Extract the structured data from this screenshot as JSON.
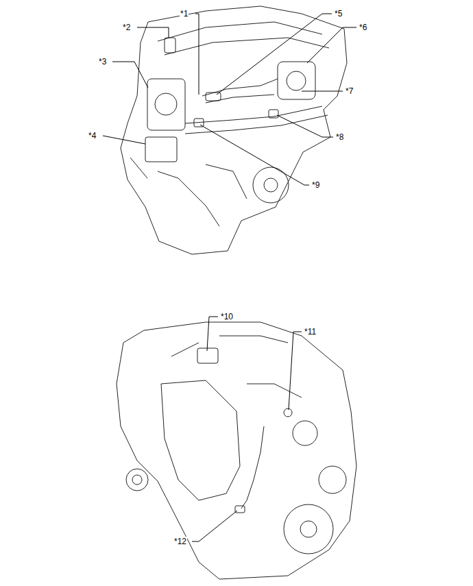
{
  "diagram": {
    "labels": [
      "*1",
      "*2",
      "*3",
      "*4",
      "*5",
      "*6",
      "*7",
      "*8",
      "*9",
      "*10",
      "*11",
      "*12"
    ]
  }
}
